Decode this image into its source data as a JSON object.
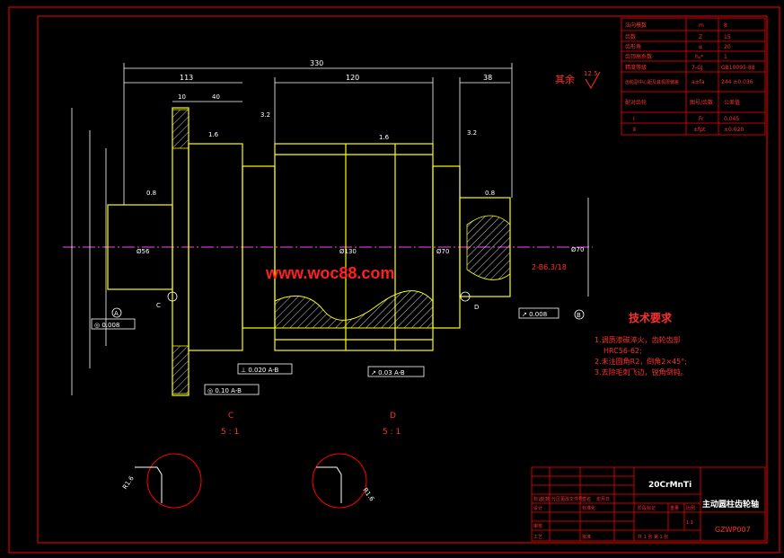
{
  "drawing": {
    "title": "主动圆柱齿轮轴",
    "material": "20CrMnTi",
    "drawing_no": "GZWP007",
    "watermark": "www.woc88.com",
    "remaining_roughness": "其余",
    "remaining_roughness_value": "12.5"
  },
  "params_table": {
    "rows": [
      {
        "name": "法向模数",
        "sym": "m",
        "val": "8"
      },
      {
        "name": "齿数",
        "sym": "Z",
        "val": "15"
      },
      {
        "name": "齿形角",
        "sym": "α",
        "val": "20"
      },
      {
        "name": "齿顶高系数",
        "sym": "hₐ*",
        "val": "1"
      },
      {
        "name": "精度等级",
        "sym": "7-GJ",
        "val": "GB10095-88"
      },
      {
        "name": "齿轮副中心距及其极限偏差",
        "sym": "a±fa",
        "val": "244 ±0.036"
      },
      {
        "name": "配对齿轮",
        "sym": "图号/齿数",
        "val": "公差值"
      },
      {
        "name": "Ⅰ",
        "sym": "Fr",
        "val": "0.045"
      },
      {
        "name": "Ⅱ",
        "sym": "±fpt",
        "val": "±0.020"
      }
    ]
  },
  "dims": {
    "overall": "330",
    "left": "113",
    "gear_width": "120",
    "right": "38",
    "d10": "10",
    "d40": "40",
    "dia_left": "Ø56",
    "dia_mid": "Ø130",
    "dia_right": "Ø70",
    "dia_journal": "Ø70",
    "center_hole": "2-B6.3/18",
    "r1": "0.8",
    "r2": "1.6",
    "r3": "3.2",
    "r4": "0.8",
    "r5": "1.6",
    "r6": "3.2"
  },
  "datums": {
    "a": "A",
    "b": "B",
    "c": "C",
    "d": "D"
  },
  "tolerances": [
    {
      "sym": "◎",
      "val": "0.008"
    },
    {
      "sym": "⊥",
      "val": "0.020",
      "ref": "A-B"
    },
    {
      "sym": "◎",
      "val": "0.10",
      "ref": "A-B"
    },
    {
      "sym": "↗",
      "val": "0.03",
      "ref": "A-B"
    },
    {
      "sym": "↗",
      "val": "0.008"
    }
  ],
  "tech": {
    "heading": "技术要求",
    "items": [
      "1.调质渗碳淬火，齿轮齿部",
      "HRC56-62;",
      "2.未注圆角R2，倒角2×45°;",
      "3.去除毛刺飞边，锐角倒钝。"
    ]
  },
  "details": {
    "c_label": "C",
    "c_scale": "5 : 1",
    "d_label": "D",
    "d_scale": "5 : 1",
    "c_note": "R1.6",
    "d_note": "R1.6"
  },
  "title_block": {
    "row1": [
      "标记",
      "处数",
      "分区",
      "更改文件号",
      "签名",
      "年月日"
    ],
    "design": "设计",
    "standard": "标准化",
    "stage": "阶段标记",
    "weight": "重量",
    "scale": "比例",
    "scale_val": "1:1",
    "check": "审核",
    "process": "工艺",
    "approve": "批准",
    "sheet": "共 1 张  第 1 张"
  },
  "colors": {
    "frame": "#ff0000",
    "line": "#ffff00",
    "text": "#ff3030",
    "dim": "#ffffff",
    "center": "#ff40ff"
  }
}
